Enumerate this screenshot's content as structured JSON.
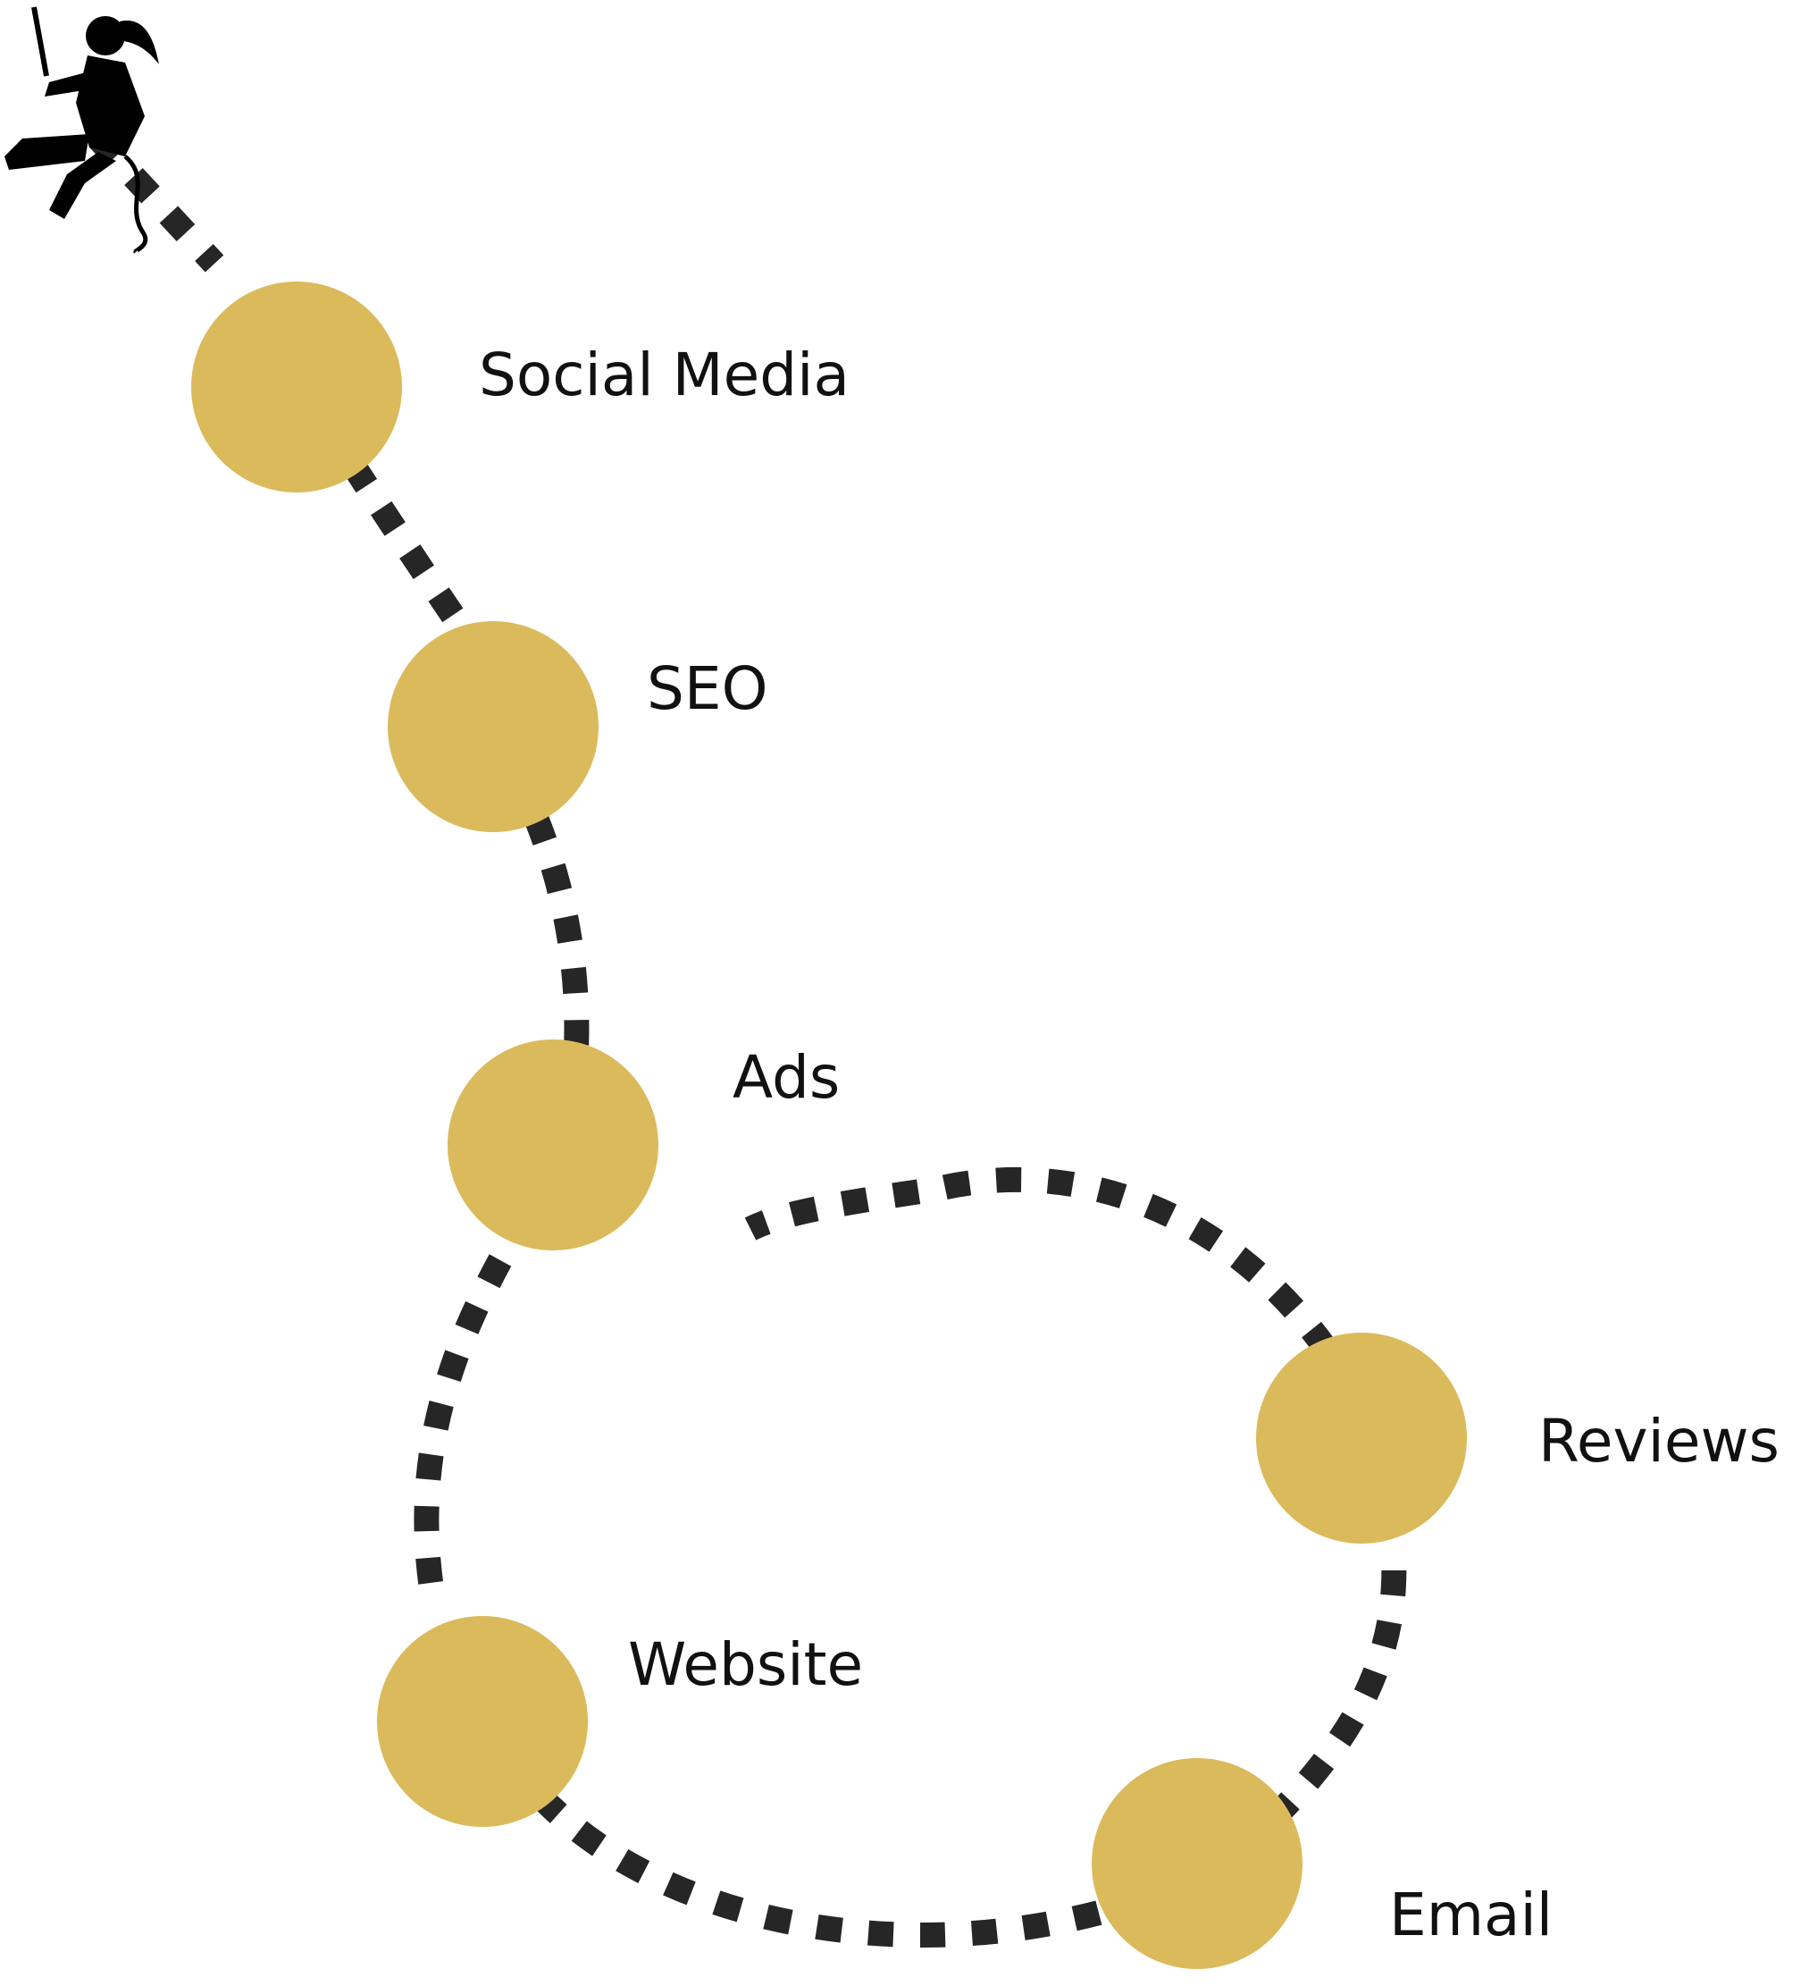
{
  "diagram": {
    "nodes": [
      {
        "id": "social-media",
        "label": "Social Media"
      },
      {
        "id": "seo",
        "label": "SEO"
      },
      {
        "id": "ads",
        "label": "Ads"
      },
      {
        "id": "reviews",
        "label": "Reviews"
      },
      {
        "id": "website",
        "label": "Website"
      },
      {
        "id": "email",
        "label": "Email"
      }
    ],
    "icons": [
      {
        "name": "climber-icon",
        "depicts": "person rappelling on a rope"
      }
    ]
  },
  "colors": {
    "node_fill": "#DBBA5C",
    "path_dash": "#262626",
    "label_text": "#111111",
    "icon": "#000000"
  }
}
